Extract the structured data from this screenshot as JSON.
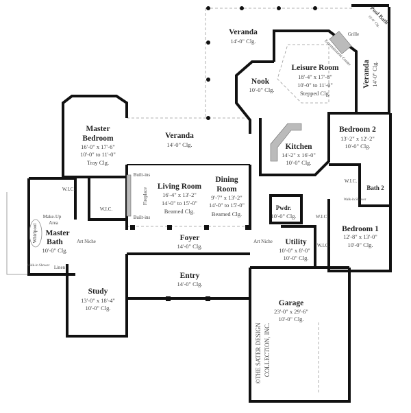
{
  "rooms": {
    "veranda_top": {
      "name": "Veranda",
      "clg": "14'-0\" Clg."
    },
    "leisure": {
      "name": "Leisure Room",
      "dims": "18'-4\" x 17'-8\"",
      "clg": "10'-0\" to 11'-0\"",
      "note": "Stepped Clg."
    },
    "nook": {
      "name": "Nook",
      "clg": "10'-0\" Clg."
    },
    "veranda_right": {
      "name": "Veranda",
      "clg": "14'-0\" Clg."
    },
    "pool_bath": {
      "name": "Pool Bath",
      "clg": "10'-0\" Clg."
    },
    "grille": "Grille",
    "entertainment": "Entertainment Center",
    "bedroom2": {
      "name": "Bedroom 2",
      "dims": "13'-2\" x 12'-2\"",
      "clg": "10'-0\" Clg."
    },
    "kitchen": {
      "name": "Kitchen",
      "dims": "14'-2\" x 16'-0\"",
      "clg": "10'-0\" Clg."
    },
    "bath2": {
      "name": "Bath 2"
    },
    "wic": "W.I.C.",
    "walkin_shower": "Walk-in Shower",
    "pwdr": {
      "name": "Pwdr.",
      "clg": "10'-0\" Clg."
    },
    "bedroom1": {
      "name": "Bedroom 1",
      "dims": "12'-8\" x 13'-0\"",
      "clg": "10'-0\" Clg."
    },
    "art_niche": "Art Niche",
    "utility": {
      "name": "Utility",
      "dims": "10'-0\" x 8'-0\"",
      "clg": "10'-0\" Clg."
    },
    "garage": {
      "name": "Garage",
      "dims": "23'-0\" x 29'-6\"",
      "clg": "10'-0\" Clg."
    },
    "entry": {
      "name": "Entry",
      "clg": "14'-0\" Clg."
    },
    "study": {
      "name": "Study",
      "dims": "13'-0\" x 18'-4\"",
      "clg": "10'-0\" Clg."
    },
    "foyer": {
      "name": "Foyer",
      "clg": "14'-0\" Clg."
    },
    "living": {
      "name": "Living Room",
      "dims": "16'-4\" x 13'-2\"",
      "clg": "14'-0\" to 15'-0\"",
      "note": "Beamed Clg."
    },
    "dining": {
      "name1": "Dining",
      "name2": "Room",
      "dims": "9'-7\" x 13'-2\"",
      "clg": "14'-0\" to 15'-0\"",
      "note": "Beamed Clg."
    },
    "veranda_mid": {
      "name": "Veranda",
      "clg": "14'-0\" Clg."
    },
    "master_bed": {
      "name1": "Master",
      "name2": "Bedroom",
      "dims": "16'-0\" x 17'-6\"",
      "clg": "10'-0\" to 11'-0\"",
      "note": "Tray Clg."
    },
    "builtins": "Built-ins",
    "fireplace": "Fireplace",
    "makeup": {
      "l1": "Make-Up",
      "l2": "Area"
    },
    "whirlpool": "Whirlpool",
    "master_bath": {
      "name1": "Master",
      "name2": "Bath",
      "clg": "10'-0\" Clg."
    },
    "linen": "Linen"
  },
  "copyright": {
    "l1": "©THE SATER DESIGN",
    "l2": "COLLECTION, INC."
  }
}
